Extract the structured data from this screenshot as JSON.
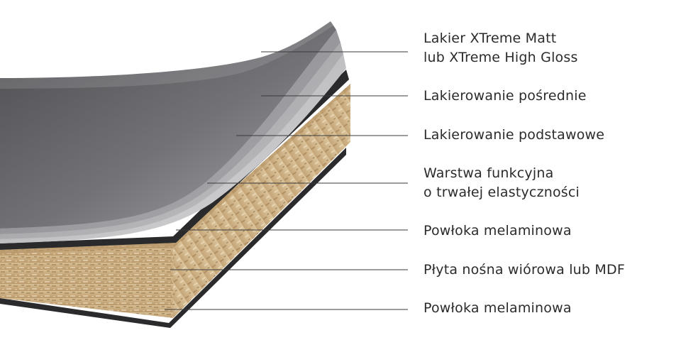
{
  "colors": {
    "text": "#2b2b2b",
    "leader_line": "#3a3a3a",
    "melamine": "#2a2a2c",
    "board_core": "#c9ad82",
    "board_core_dark": "#9a7a4e",
    "lacquer_top": "#6f6f73",
    "lacquer_mid": "#8a8a8e",
    "lacquer_base": "#a6a6aa",
    "functional_layer": "#bdbdc0"
  },
  "labels": [
    {
      "id": "topcoat",
      "lines": [
        "Lakier XTreme Matt",
        "lub XTreme High Gloss"
      ]
    },
    {
      "id": "intermediate",
      "lines": [
        "Lakierowanie pośrednie"
      ]
    },
    {
      "id": "base",
      "lines": [
        "Lakierowanie podstawowe"
      ]
    },
    {
      "id": "functional",
      "lines": [
        "Warstwa funkcyjna",
        "o trwałej elastyczności"
      ]
    },
    {
      "id": "melamine-top",
      "lines": [
        "Powłoka melaminowa"
      ]
    },
    {
      "id": "core",
      "lines": [
        "Płyta nośna wiórowa lub MDF"
      ]
    },
    {
      "id": "melamine-bottom",
      "lines": [
        "Powłoka melaminowa"
      ]
    }
  ]
}
